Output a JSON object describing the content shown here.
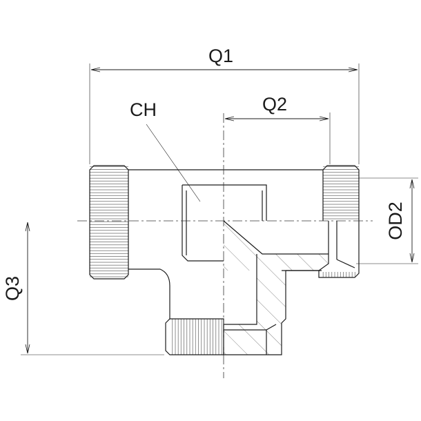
{
  "dimensions": {
    "q1": "Q1",
    "q2": "Q2",
    "q3": "Q3",
    "od2": "OD2",
    "ch": "CH"
  }
}
